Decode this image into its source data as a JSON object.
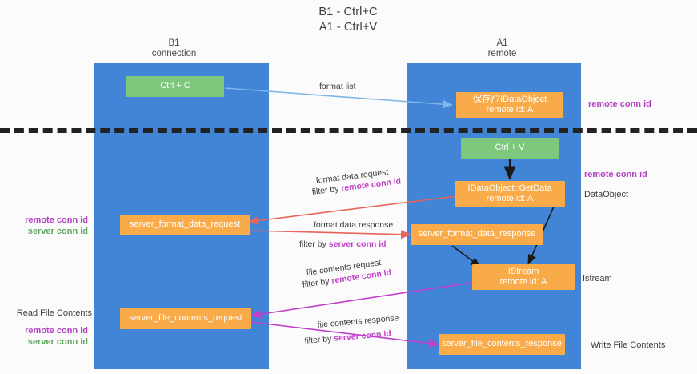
{
  "title": "B1 - Ctrl+C\nA1 - Ctrl+V",
  "colors": {
    "lane": "#4285d6",
    "green_node": "#7ec87e",
    "orange_node": "#f9ab49",
    "remote_conn_id": "#b43fc2",
    "server_conn_id": "#5fa85f",
    "format_arrow": "#7fb6e8",
    "data_arrow_red": "#e8635a",
    "file_arrow_magenta": "#c13fc9",
    "black_arrow": "#1a1a1a",
    "divider": "#222222"
  },
  "lanes": [
    {
      "name": "b1",
      "title": "B1\nconnection"
    },
    {
      "name": "a1",
      "title": "A1\nremote"
    }
  ],
  "nodes": {
    "ctrl_c": "Ctrl + C",
    "ctrl_v": "Ctrl + V",
    "data_object_remote": "保存ƒ7IDataObject\nremote id: A",
    "get_data": "IDataObject::GetData\nremote id: A",
    "istream": "IStream\nremote id: A",
    "server_format_data_request": "server_format_data_request",
    "server_format_data_response": "server_format_data_response",
    "server_file_contents_request": "server_file_contents_request",
    "server_file_contents_response": "server_file_contents_response"
  },
  "edge_labels": {
    "format_list": "format list",
    "format_data_request": "format data request",
    "format_data_request_filter_prefix": "filter by ",
    "format_data_request_filter_value": "remote conn id",
    "format_data_response": "format data response",
    "format_data_response_filter_prefix": "filter by ",
    "format_data_response_filter_value": "server conn id",
    "file_contents_request": "file contents request",
    "file_contents_request_filter_prefix": "filter by ",
    "file_contents_request_filter_value": "remote conn id",
    "file_contents_response": "file contents response",
    "file_contents_response_filter_prefix": "filter by ",
    "file_contents_response_filter_value": "server conn id"
  },
  "annotations": {
    "right_remote_conn_id_top": "remote conn id",
    "right_remote_conn_id_mid": "remote conn id",
    "right_data_object": "DataObject",
    "right_istream": "Istream",
    "right_write_file_contents": "Write File Contents",
    "left_conn_ids_mid_remote": "remote conn id",
    "left_conn_ids_mid_server": "server conn id",
    "left_read_file_contents": "Read File Contents",
    "left_conn_ids_bottom_remote": "remote conn id",
    "left_conn_ids_bottom_server": "server conn id"
  }
}
